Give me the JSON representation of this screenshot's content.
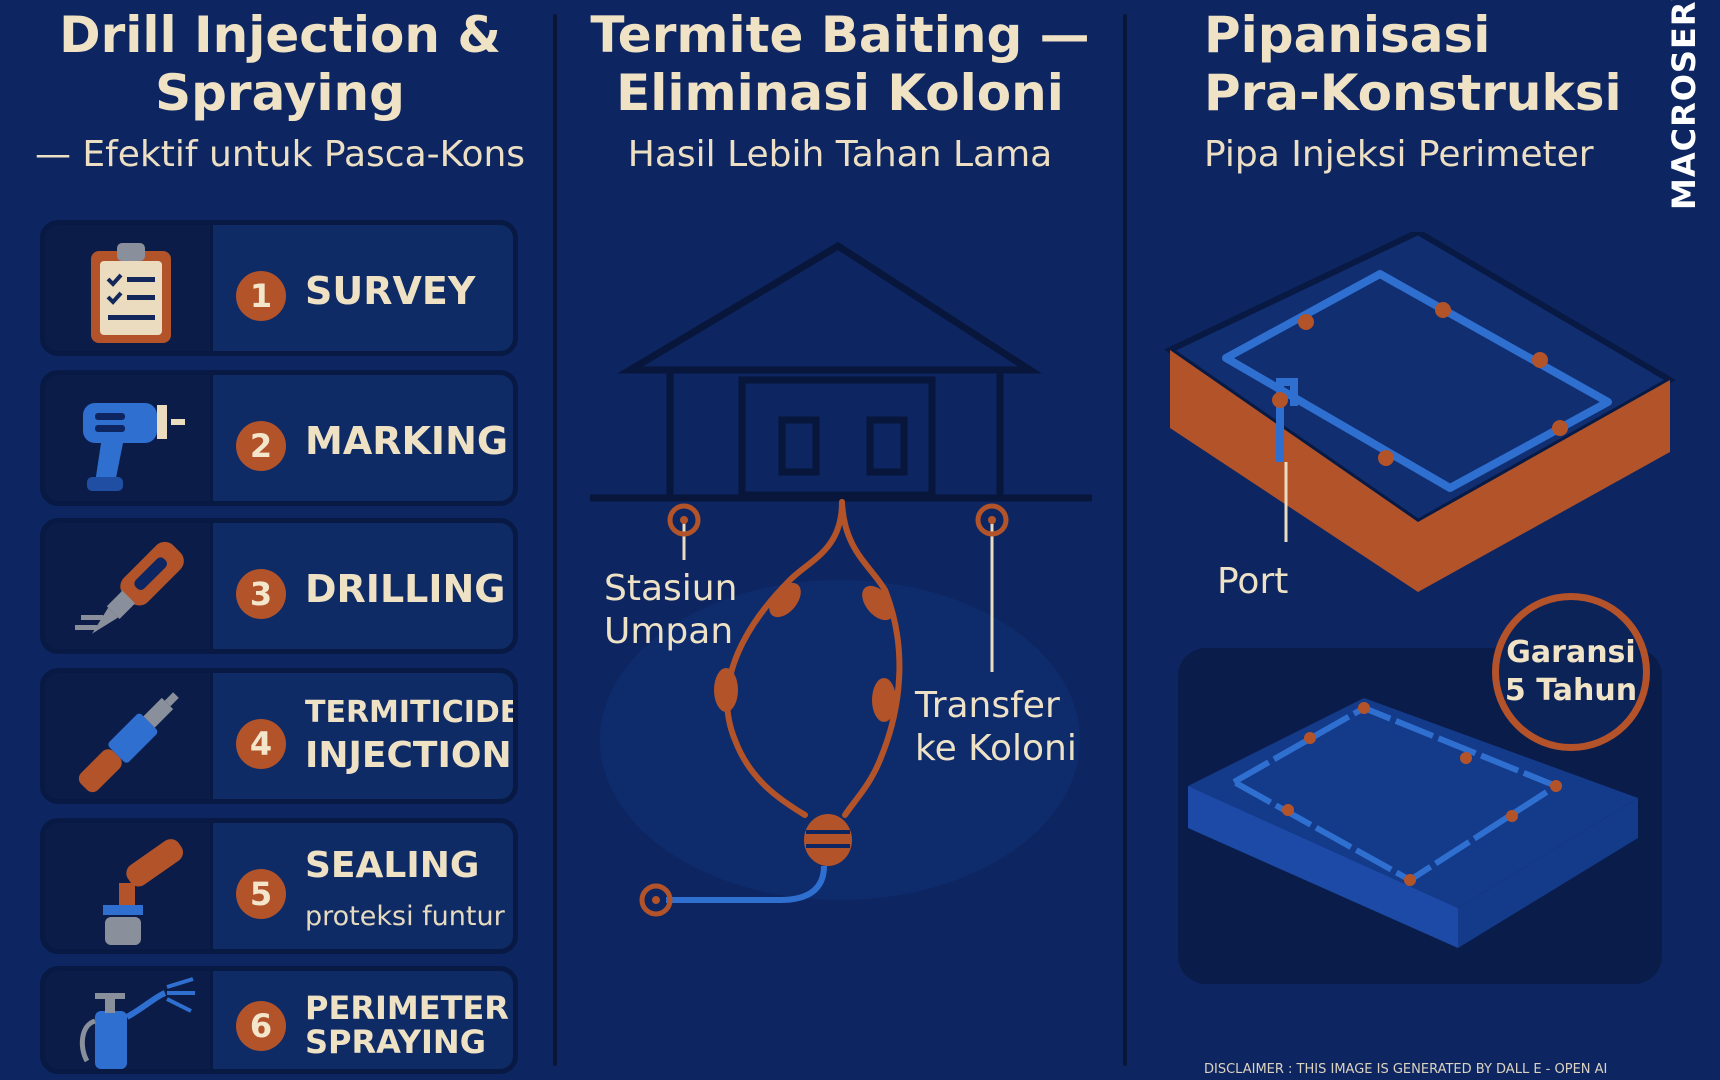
{
  "brand": "MACROSERVICE.CO.ID",
  "disclaimer": "DISCLAIMER : THIS IMAGE IS  GENERATED BY DALL E - OPEN AI",
  "left": {
    "title_line1": "Drill Injection &",
    "title_line2": "Spraying",
    "subtitle": "— Efektif untuk Pasca-Kons",
    "steps": [
      {
        "num": "1",
        "label": "SURVEY",
        "icon": "clipboard-icon"
      },
      {
        "num": "2",
        "label": "MARKING",
        "icon": "marking-gun-icon"
      },
      {
        "num": "3",
        "label": "DRILLING",
        "icon": "drill-bit-icon"
      },
      {
        "num": "4",
        "label_line1": "TERMITICIDE",
        "label_line2": "INJECTION",
        "icon": "injector-icon"
      },
      {
        "num": "5",
        "label": "SEALING",
        "sub": "proteksi funtur",
        "icon": "sealant-icon"
      },
      {
        "num": "6",
        "label_line1": "PERIMETER",
        "label_line2": "SPRAYING",
        "icon": "sprayer-icon"
      }
    ]
  },
  "middle": {
    "title_line1": "Termite Baiting —",
    "title_line2": "Eliminasi Koloni",
    "subtitle": "Hasil Lebih Tahan Lama",
    "label_station_line1": "Stasiun",
    "label_station_line2": "Umpan",
    "label_transfer_line1": "Transfer",
    "label_transfer_line2": "ke Koloni"
  },
  "right": {
    "title_line1": "Pipanisasi",
    "title_line2": "Pra-Konstruksi",
    "subtitle": "Pipa Injeksi Perimeter",
    "port_label": "Port",
    "badge_line1": "Garansi",
    "badge_line2": "5 Tahun"
  },
  "colors": {
    "background": "#0d2661",
    "accent_rust": "#b2532a",
    "pipe_blue": "#2f6fd0",
    "text_cream": "#efe2c4"
  }
}
